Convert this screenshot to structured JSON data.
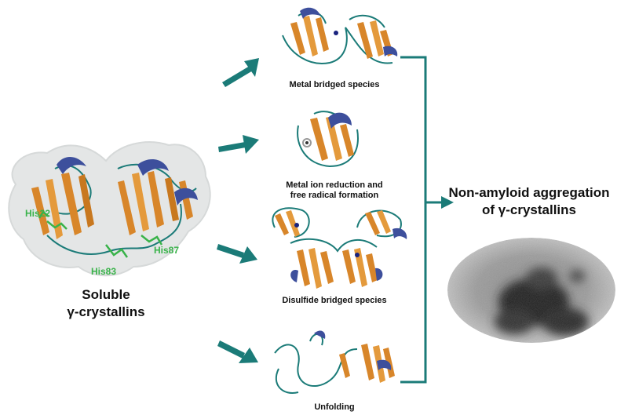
{
  "soluble": {
    "line1": "Soluble",
    "line2": "γ-crystallins"
  },
  "residues": {
    "his22": "His22",
    "his83": "His83",
    "his87": "His87"
  },
  "pathways": [
    {
      "label": "Metal bridged species"
    },
    {
      "label_line1": "Metal ion reduction and",
      "label_line2": "free radical formation"
    },
    {
      "label": "Disulfide bridged species"
    },
    {
      "label": "Unfolding"
    }
  ],
  "outcome": {
    "line1": "Non-amyloid aggregation",
    "line2": "of γ-crystallins"
  },
  "colors": {
    "teal": "#1b7b78",
    "strand": "#d8862a",
    "helix": "#3d4f9c",
    "residue_green": "#39b34a",
    "surface": "#e4e6e6"
  }
}
